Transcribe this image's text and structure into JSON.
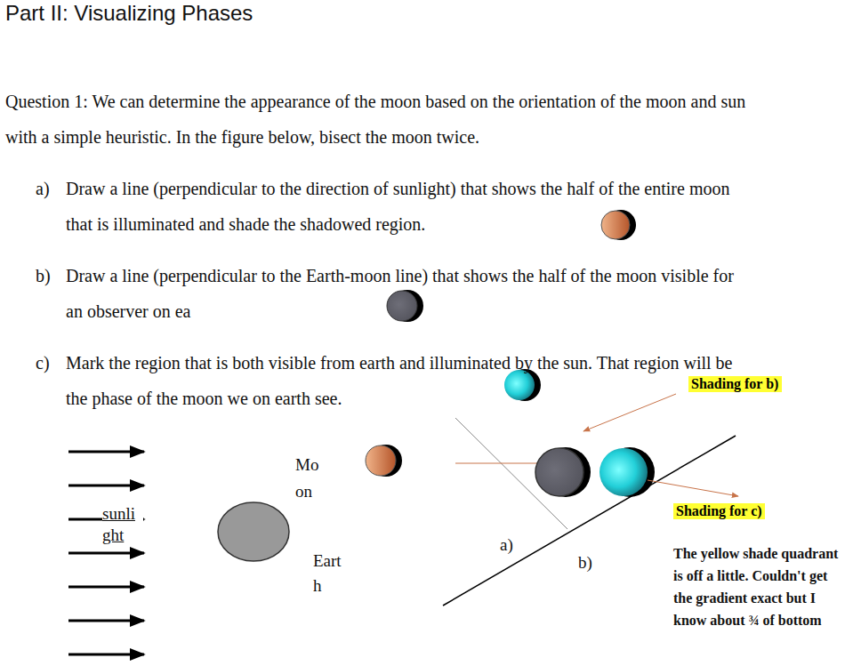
{
  "diagram": {
    "title": "Part II: Visualizing Phases",
    "nodes": [
      {
        "text": [
          "Shading for b)"
        ]
      },
      {
        "text": [
          "Shading for c)"
        ]
      }
    ],
    "labels": [
      "Question 1: We can determine the appearance of the moon based on the orientation of the moon and sun with a simple heuristic. In the figure below, bisect the moon twice.",
      "a)",
      "Draw a line (perpendicular to the direction of sunlight) that shows the half of the entire moon that is illuminated and shade the shadowed region.",
      "b)",
      "Draw a line (perpendicular to the Earth-moon line) that shows the half of the moon visible for an observer on ea",
      "c)",
      "Mark the region that is both visible from earth and illuminated by the sun. That region will be the phase of the moon we on earth see.",
      "sunli ght",
      "Mo on",
      "Eart h",
      "a)",
      "b)",
      "The yellow shade quadrant is off a little. Couldn't get the gradient exact but I know about ¾ of bottom"
    ]
  }
}
